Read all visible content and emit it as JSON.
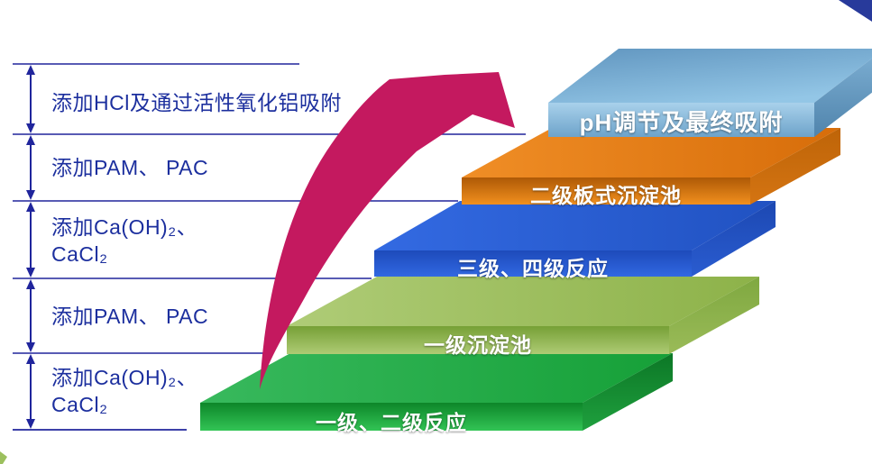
{
  "colors": {
    "line": "#20259C",
    "text": "#1C2F9E",
    "arrow": "#C4195F",
    "corner_top_right": "#283A9B",
    "corner_bottom_left": "#9CC05E"
  },
  "left_annotations": [
    {
      "label": "添加HCl及通过活性氧化铝吸附"
    },
    {
      "label": "添加PAM、 PAC"
    },
    {
      "label": "添加Ca(OH)₂、\nCaCl₂"
    },
    {
      "label": "添加PAM、 PAC"
    },
    {
      "label": "添加Ca(OH)₂、\nCaCl₂"
    }
  ],
  "steps": [
    {
      "label": "一级、二级反应",
      "color": "#1FA43F"
    },
    {
      "label": "一级沉淀池",
      "color": "#9CBE5C"
    },
    {
      "label": "三级、四级反应",
      "color": "#2B5FD6"
    },
    {
      "label": "二级板式沉淀池",
      "color": "#E07912"
    },
    {
      "label": "pH调节及最终吸附",
      "color": "#7FB5DC"
    }
  ]
}
